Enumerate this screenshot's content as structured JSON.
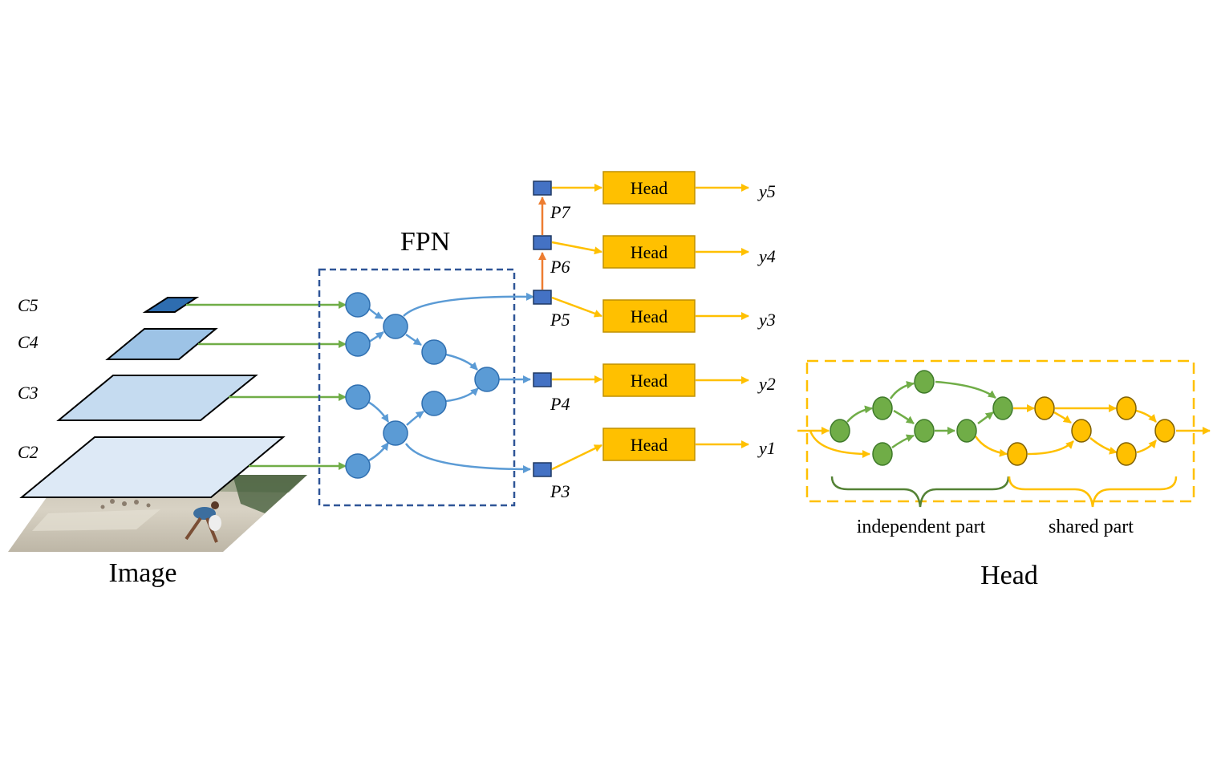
{
  "backbone": {
    "levels": [
      "C5",
      "C4",
      "C3",
      "C2"
    ],
    "image_label": "Image"
  },
  "fpn": {
    "title": "FPN"
  },
  "pyramid": {
    "levels": [
      "P7",
      "P6",
      "P5",
      "P4",
      "P3"
    ]
  },
  "heads": {
    "box_label": "Head",
    "outputs": [
      "y5",
      "y4",
      "y3",
      "y2",
      "y1"
    ]
  },
  "head_detail": {
    "title": "Head",
    "independent_label": "independent part",
    "shared_label": "shared part"
  },
  "colors": {
    "blue_node": "#5b9bd5",
    "blue_dark": "#2f5597",
    "square_blue": "#4472c4",
    "green": "#70ad47",
    "green_node": "#6aa63c",
    "yellow": "#ffc000",
    "head_box": "#ffc000",
    "orange": "#ed7d31"
  }
}
